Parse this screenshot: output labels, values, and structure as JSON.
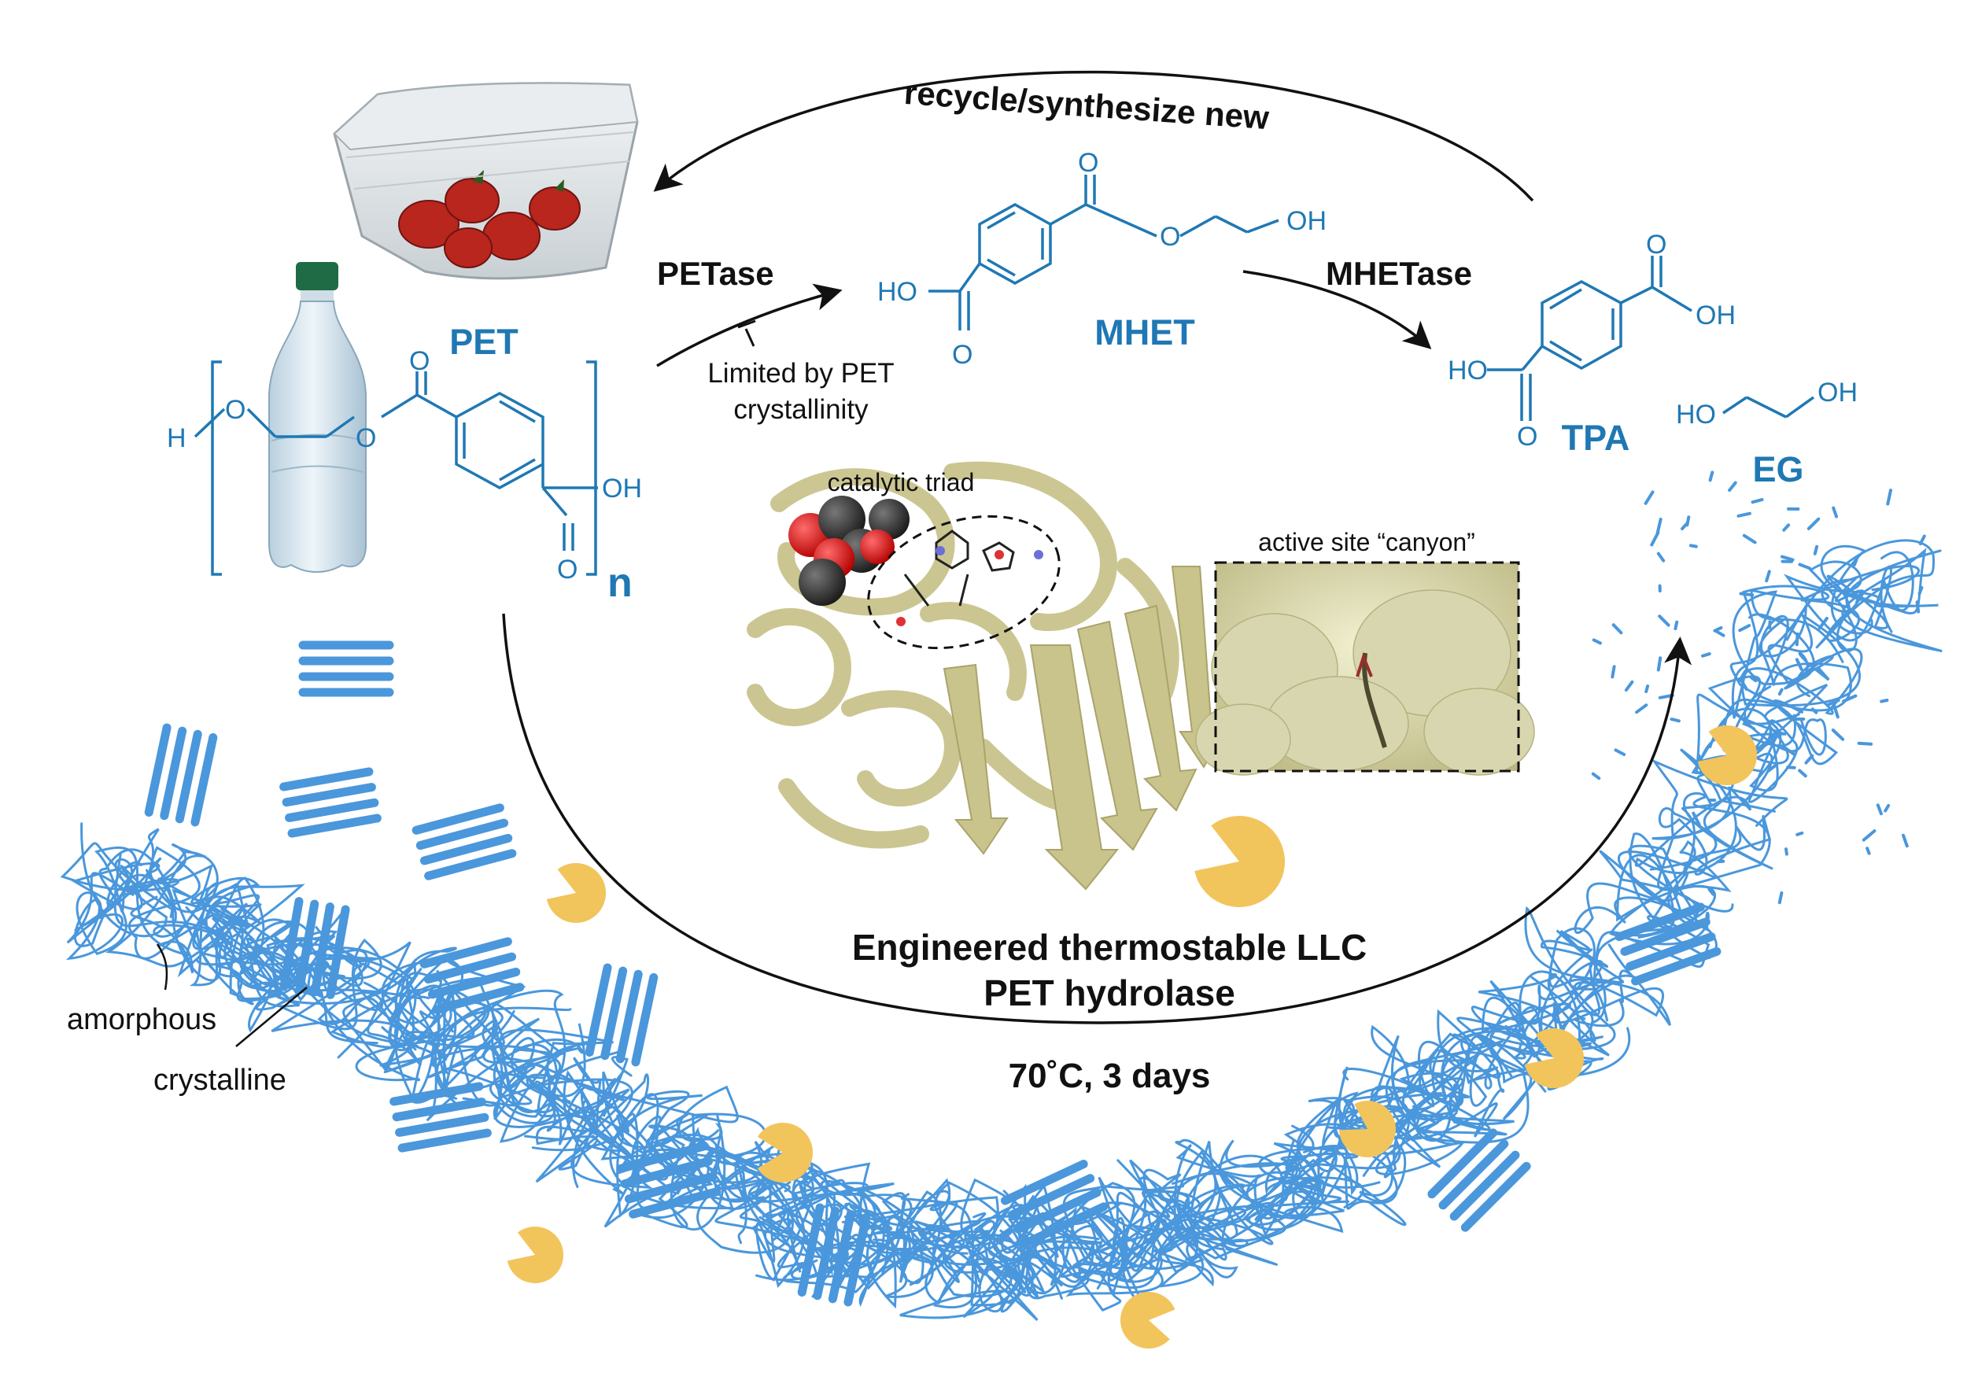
{
  "labels": {
    "recycle": "recycle/synthesize new",
    "petase": "PETase",
    "mhetase": "MHETase",
    "limited_line1": "Limited by PET",
    "limited_line2": "crystallinity",
    "pet": "PET",
    "mhet": "MHET",
    "tpa": "TPA",
    "eg": "EG",
    "catalytic_triad": "catalytic triad",
    "active_site": "active site “canyon”",
    "enzyme_line1": "Engineered thermostable LLC",
    "enzyme_line2": "PET hydrolase",
    "conditions": "70˚C, 3 days",
    "amorphous": "amorphous",
    "crystalline": "crystalline"
  },
  "chem": {
    "H": "H",
    "O": "O",
    "OH": "OH",
    "HO": "HO",
    "n": "n"
  },
  "colors": {
    "chem_blue": "#1f78b4",
    "polymer_blue": "#4a97dc",
    "enzyme_yellow": "#f2c45c",
    "protein_olive": "#c9c48c",
    "text_black": "#111111"
  },
  "icons": {
    "bottle": "pet-bottle-icon",
    "container": "clamshell-container-icon",
    "enzyme": "pacman-enzyme-icon"
  }
}
